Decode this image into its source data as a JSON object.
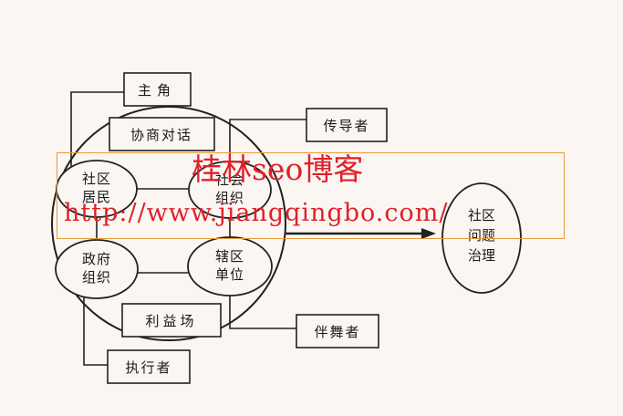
{
  "diagram": {
    "roles": {
      "protagonist": "主角",
      "communicator": "传导者",
      "supporter": "伴舞者",
      "executor": "执行者"
    },
    "mechanisms": {
      "dialogue": "协商对话",
      "interest_field": "利益场"
    },
    "actors": {
      "residents": [
        "社区",
        "居民"
      ],
      "social_org": [
        "社会",
        "组织"
      ],
      "government": [
        "政府",
        "组织"
      ],
      "units": [
        "辖区",
        "单位"
      ]
    },
    "outcome": [
      "社区",
      "问题",
      "治理"
    ]
  },
  "watermark": {
    "title": "桂林seo博客",
    "url": "http://www.jiangqingbo.com/"
  }
}
